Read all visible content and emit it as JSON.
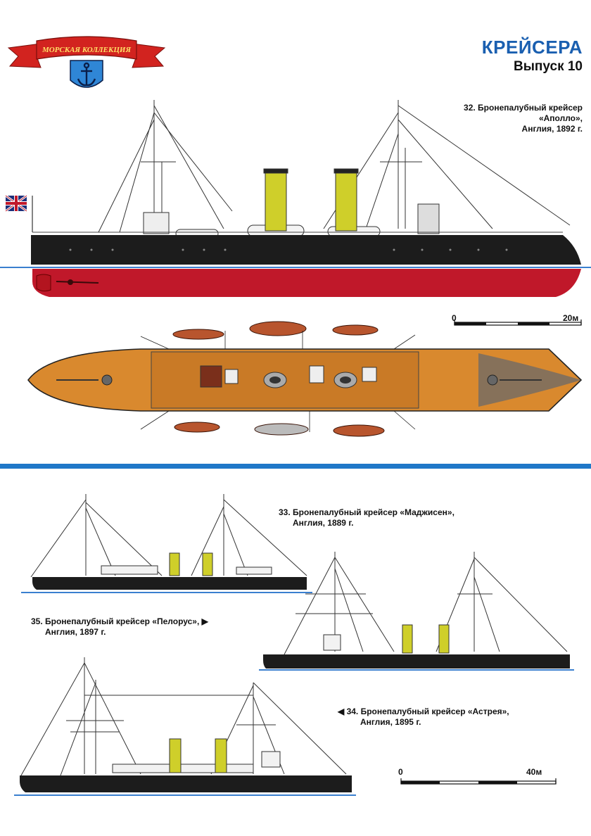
{
  "logo": {
    "ribbon_text": "МОРСКАЯ КОЛЛЕКЦИЯ",
    "colors": {
      "ribbon": "#d2231f",
      "shield": "#2f86d6",
      "anchor": "#0b1f4a"
    }
  },
  "header": {
    "title": "КРЕЙСЕРА",
    "issue": "Выпуск 10",
    "title_color": "#1a5fb0"
  },
  "ships": [
    {
      "number": "32.",
      "line1": "32. Бронепалубный крейсер",
      "line2": "«Аполло»,",
      "line3": "Англия, 1892 г."
    },
    {
      "number": "33.",
      "line1": "33. Бронепалубный крейсер «Маджисен»,",
      "line2": "Англия, 1889 г."
    },
    {
      "number": "35.",
      "line1": "35. Бронепалубный крейсер «Пелорус»,",
      "arrow": "▶",
      "line2": "Англия, 1897 г."
    },
    {
      "number": "34.",
      "arrow": "◀",
      "line1": "34. Бронепалубный крейсер «Астрея»,",
      "line2": "Англия, 1895 г."
    }
  ],
  "scales": {
    "top": {
      "start": "0",
      "end": "20м"
    },
    "bottom": {
      "start": "0",
      "end": "40м"
    }
  },
  "colors": {
    "hull_dark": "#1c1c1c",
    "hull_red": "#c0182a",
    "deck": "#d9892e",
    "funnel": "#cfcf2a",
    "waterline": "#3a7fcf",
    "divider": "#1f78c8"
  }
}
